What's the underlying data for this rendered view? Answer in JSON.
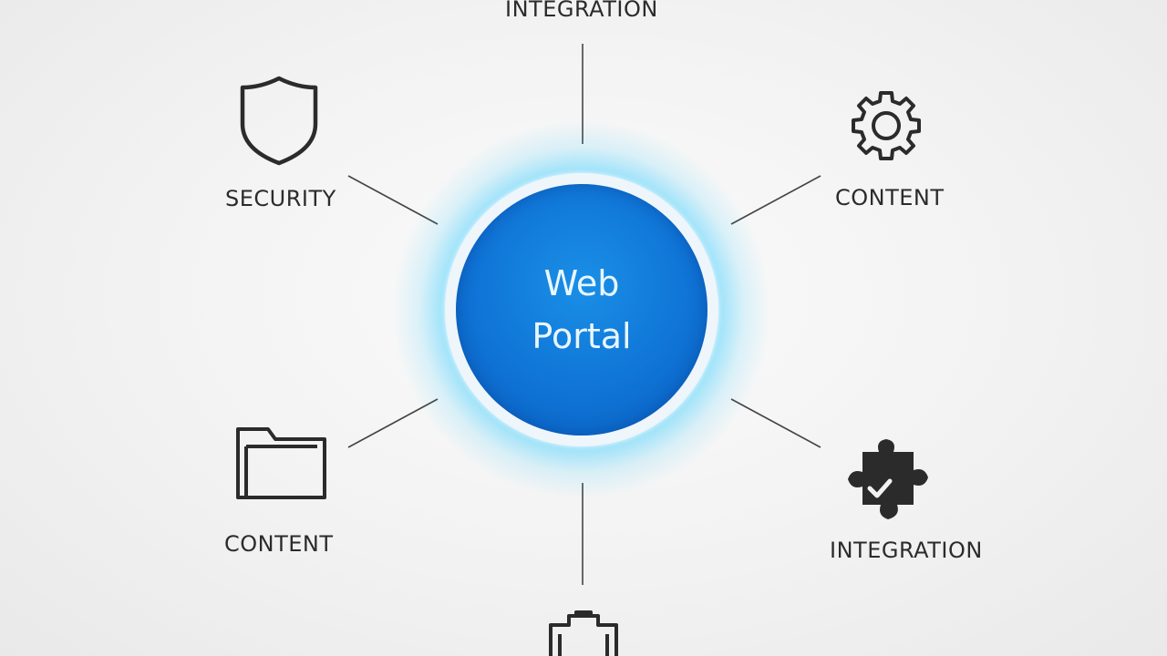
{
  "hub": {
    "label_line1": "Web",
    "label_line2": "Portal"
  },
  "nodes": {
    "top": {
      "label": "INTEGRATION"
    },
    "upper_left": {
      "label": "SECURITY",
      "icon": "shield-icon"
    },
    "upper_right": {
      "label": "CONTENT",
      "icon": "gear-icon"
    },
    "lower_left": {
      "label": "CONTENT",
      "icon": "folder-icon"
    },
    "lower_right": {
      "label": "INTEGRATION",
      "icon": "puzzle-icon"
    },
    "bottom": {
      "icon": "clipboard-icon"
    }
  },
  "colors": {
    "hub_fill": "#0f74d6",
    "hub_glow": "#00c8ff",
    "icon_stroke": "#2b2b2b",
    "connector": "#444444"
  }
}
